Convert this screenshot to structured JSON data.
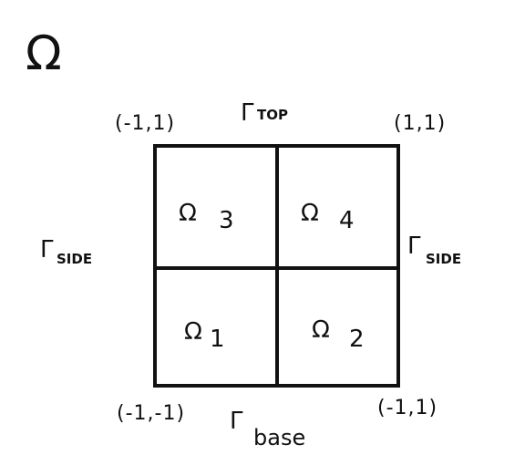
{
  "domain_symbol": "Ω",
  "boundaries": {
    "top": {
      "symbol": "Γ",
      "subscript": "TOP"
    },
    "left": {
      "symbol": "Γ",
      "subscript": "SIDE"
    },
    "right": {
      "symbol": "Γ",
      "subscript": "SIDE"
    },
    "bottom": {
      "symbol": "Γ",
      "subscript": "base"
    }
  },
  "corners": {
    "top_left": "(-1,1)",
    "top_right": "(1,1)",
    "bottom_left": "(-1,-1)",
    "bottom_right": "(-1,1)"
  },
  "subdomains": {
    "top_left": {
      "symbol": "Ω",
      "index": "3"
    },
    "top_right": {
      "symbol": "Ω",
      "index": "4"
    },
    "bottom_left": {
      "symbol": "Ω",
      "index": "1"
    },
    "bottom_right": {
      "symbol": "Ω",
      "index": "2"
    }
  },
  "colors": {
    "ink": "#111111",
    "background": "#ffffff"
  }
}
